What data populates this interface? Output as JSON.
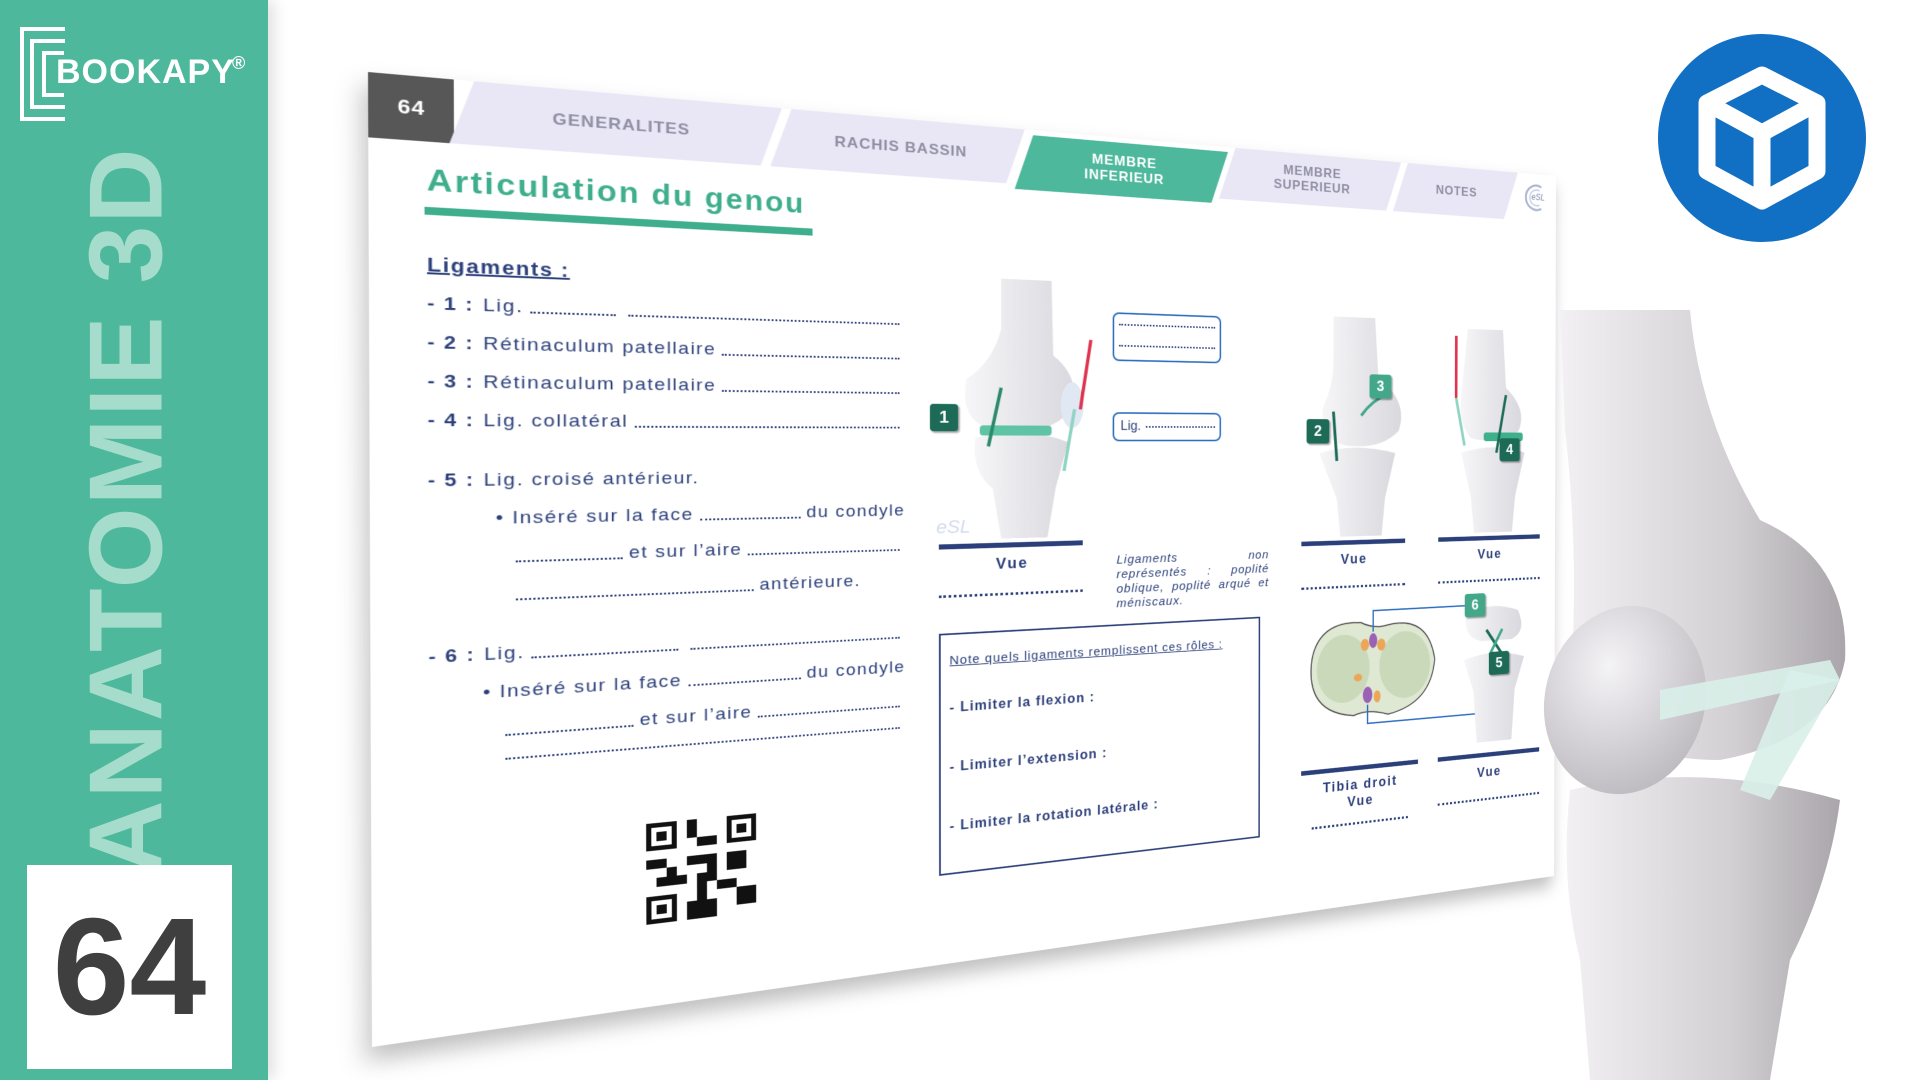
{
  "brand": {
    "name": "BOOKAPY",
    "registered": "®",
    "series_title": "ANATOMIE 3D",
    "page_number": "64"
  },
  "colors": {
    "brand_green": "#4db89c",
    "navy": "#2b3f7a",
    "badge_blue": "#1170c4",
    "dark_green": "#1d6b57"
  },
  "page": {
    "number": "64",
    "tabs": [
      "GENERALITES",
      "RACHIS BASSIN",
      "MEMBRE INFERIEUR",
      "MEMBRE SUPERIEUR",
      "NOTES"
    ],
    "active_tab": "MEMBRE INFERIEUR",
    "publisher_logo": "eSL",
    "title": "Articulation du genou",
    "ligaments": {
      "heading": "Ligaments :",
      "l1": {
        "num": "- 1 :",
        "text": "Lig."
      },
      "l2": {
        "num": "- 2 :",
        "text": "Rétinaculum patellaire"
      },
      "l3": {
        "num": "- 3 :",
        "text": "Rétinaculum patellaire"
      },
      "l4": {
        "num": "- 4 :",
        "text": "Lig. collatéral"
      },
      "l5": {
        "num": "- 5 :",
        "text": "Lig. croisé antérieur.",
        "insert": "• Inséré sur la face",
        "condyle": "du condyle",
        "aire": "et sur l’aire",
        "end": "antérieure."
      },
      "l6": {
        "num": "- 6 :",
        "text": "Lig.",
        "insert": "• Inséré sur la face",
        "condyle": "du condyle",
        "aire": "et sur l’aire"
      }
    },
    "figures": {
      "callout_lig": "Lig.",
      "vue": "Vue",
      "tibia_label": "Tibia droit",
      "watermark": "eSL",
      "numbers": [
        "1",
        "2",
        "3",
        "4",
        "5",
        "6"
      ],
      "note": "Ligaments non représentés : poplité oblique, poplité arqué et méniscaux."
    },
    "notebox": {
      "heading": "Note quels ligaments remplissent ces rôles :",
      "items": [
        "- Limiter la flexion :",
        "- Limiter l’extension :",
        "- Limiter la rotation latérale :"
      ]
    }
  }
}
